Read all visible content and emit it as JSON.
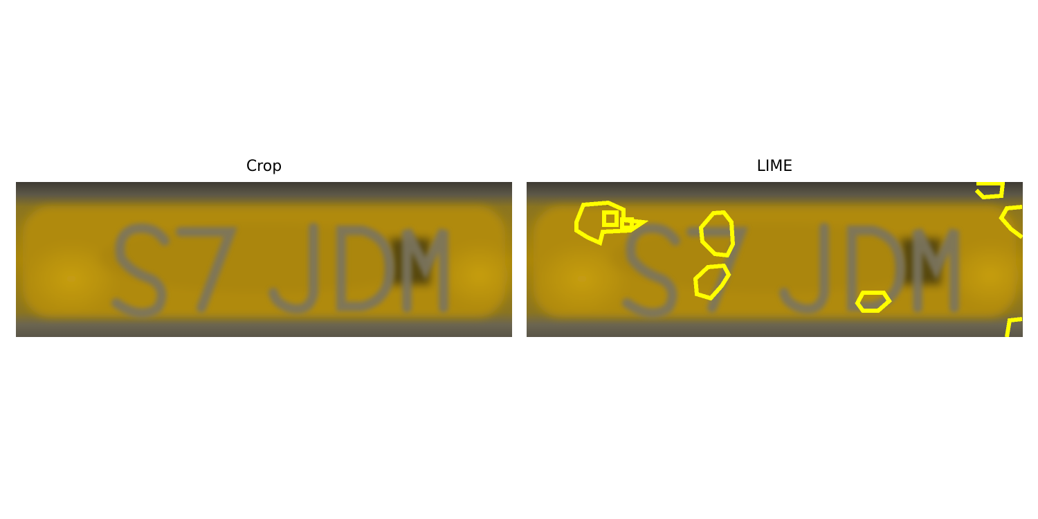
{
  "panels": {
    "crop": {
      "title": "Crop"
    },
    "lime": {
      "title": "LIME"
    }
  },
  "plate_text": "S7 JDM",
  "colors": {
    "plate_yellow": "#b8900a",
    "plate_dark": "#6a5a1a",
    "frame_gray": "#5a5548",
    "char_gray": "#7a7560",
    "lime_outline": "#ffff00"
  }
}
